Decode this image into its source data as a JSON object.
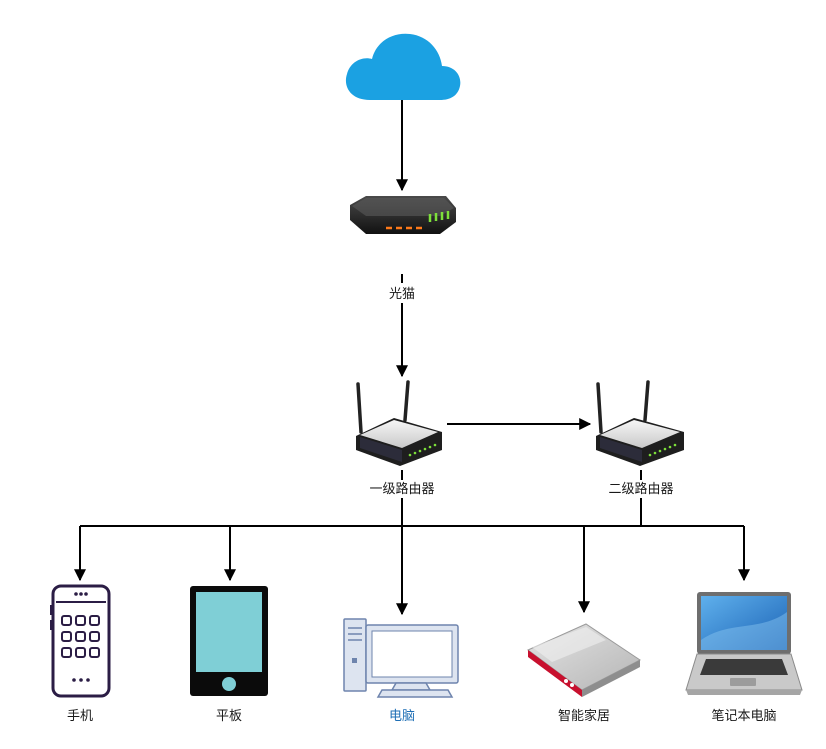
{
  "nodes": {
    "cloud": {
      "label": ""
    },
    "modem": {
      "label": "光猫"
    },
    "router1": {
      "label": "一级路由器"
    },
    "router2": {
      "label": "二级路由器"
    },
    "phone": {
      "label": "手机"
    },
    "tablet": {
      "label": "平板"
    },
    "pc": {
      "label": "电脑"
    },
    "smarthome": {
      "label": "智能家居"
    },
    "laptop": {
      "label": "笔记本电脑"
    }
  },
  "edges": [
    {
      "from": "cloud",
      "to": "modem"
    },
    {
      "from": "modem",
      "to": "router1"
    },
    {
      "from": "router1",
      "to": "router2"
    },
    {
      "from": "router1",
      "to": "phone"
    },
    {
      "from": "router1",
      "to": "tablet"
    },
    {
      "from": "router1",
      "to": "pc"
    },
    {
      "from": "router1",
      "to": "smarthome"
    },
    {
      "from": "router1",
      "to": "laptop"
    },
    {
      "from": "router2",
      "to": "phone"
    },
    {
      "from": "router2",
      "to": "tablet"
    },
    {
      "from": "router2",
      "to": "pc"
    },
    {
      "from": "router2",
      "to": "smarthome"
    },
    {
      "from": "router2",
      "to": "laptop"
    }
  ],
  "colors": {
    "cloud": "#1ba1e2",
    "edge": "#000000",
    "pc_label": "#1f6fb5",
    "label": "#1a1a1a",
    "tablet_screen": "#7fcfd6",
    "laptop_screen": "#3d8fd6",
    "router_body": "#ececec",
    "smarthome_accent": "#c8102e"
  }
}
